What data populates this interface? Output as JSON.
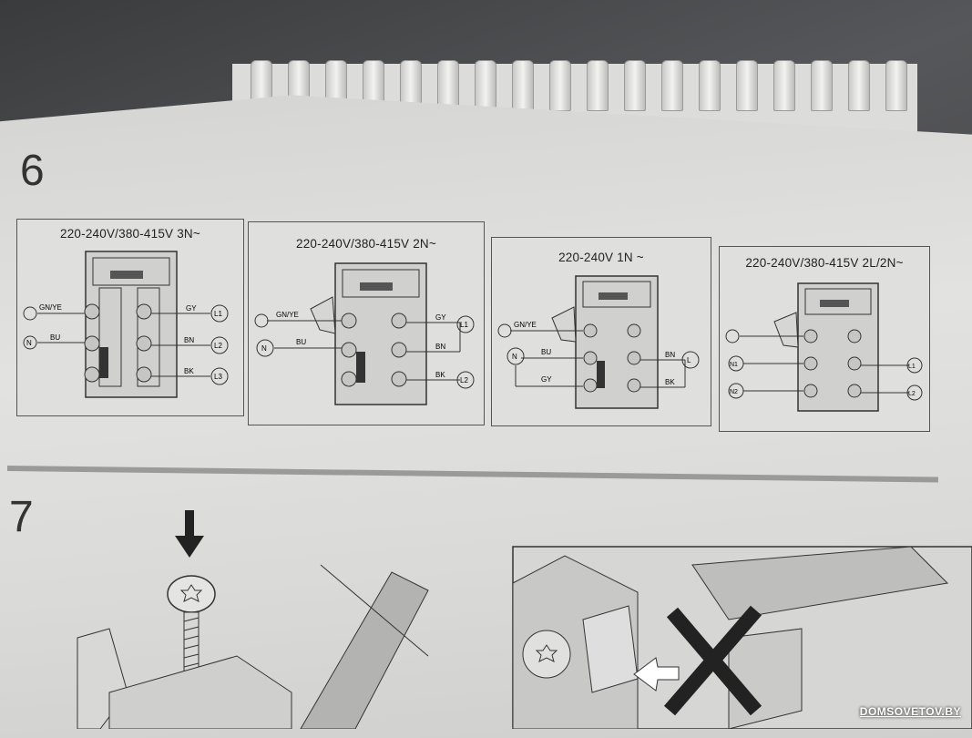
{
  "steps": {
    "step6": "6",
    "step7": "7"
  },
  "panels": [
    {
      "title": "220-240V/380-415V 3N~",
      "labels": {
        "gnye": "GN/YE",
        "bu": "BU",
        "gy": "GY",
        "bn": "BN",
        "bk": "BK",
        "n": "N",
        "l1": "L1",
        "l2": "L2",
        "l3": "L3"
      }
    },
    {
      "title": "220-240V/380-415V 2N~",
      "labels": {
        "gnye": "GN/YE",
        "bu": "BU",
        "gy": "GY",
        "bn": "BN",
        "bk": "BK",
        "n": "N",
        "l1": "L1",
        "l2": "L2"
      }
    },
    {
      "title": "220-240V 1N ~",
      "labels": {
        "gnye": "GN/YE",
        "bu": "BU",
        "gy": "GY",
        "bn": "BN",
        "bk": "BK",
        "n": "N",
        "l": "L"
      }
    },
    {
      "title": "220-240V/380-415V 2L/2N~",
      "labels": {
        "n1": "N1",
        "n2": "N2",
        "l1": "L1",
        "l2": "L2"
      }
    }
  ],
  "watermark": "DOMSOVETOV.BY"
}
